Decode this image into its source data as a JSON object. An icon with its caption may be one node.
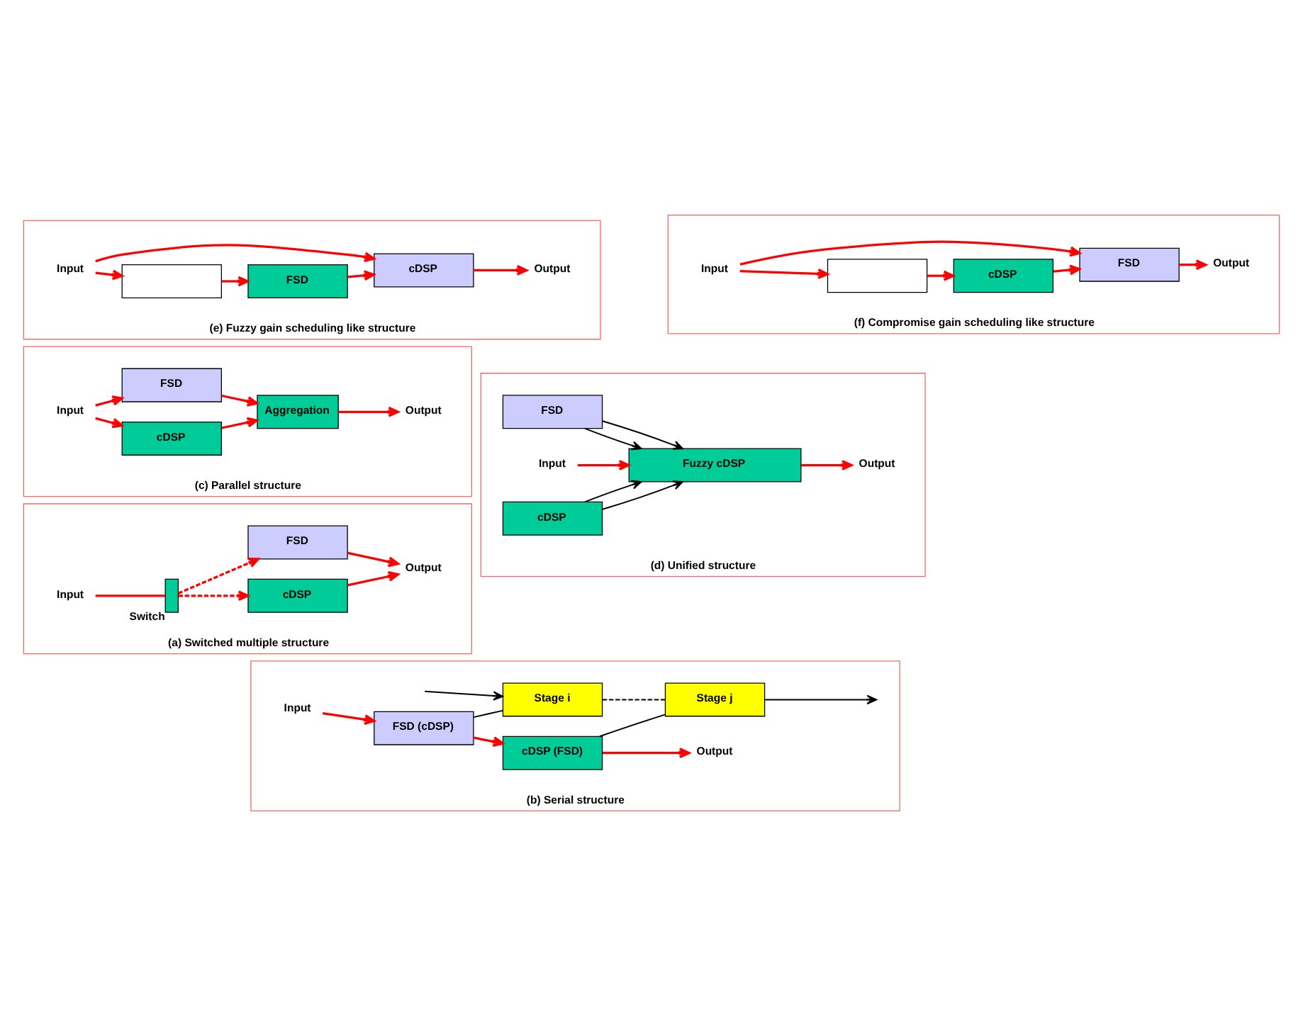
{
  "diagram": {
    "nodes": [
      {
        "text": [
          "(a) Switched multiple structure"
        ]
      },
      {
        "text": [
          "Input"
        ],
        "in": 0
      },
      {
        "text": [
          "cDSP"
        ],
        "in": 0
      },
      {
        "text": [
          "FSD"
        ],
        "in": 0
      },
      {
        "text": [
          "Output"
        ],
        "in": 0
      },
      {
        "text": [],
        "shape": "box",
        "beside": [
          "Switch"
        ],
        "in": 0
      },
      {
        "text": [
          "(b) Serial structure"
        ]
      },
      {
        "text": [
          "Input"
        ],
        "in": 6
      },
      {
        "text": [
          "FSD (cDSP)"
        ],
        "in": 6
      },
      {
        "text": [
          "cDSP (FSD)"
        ],
        "in": 6
      },
      {
        "text": [
          "Output"
        ],
        "in": 6
      },
      {
        "text": [
          "Stage i"
        ],
        "in": 6
      },
      {
        "text": [
          "Stage j"
        ],
        "in": 6
      },
      {
        "text": [
          "(c) Parallel structure"
        ]
      },
      {
        "text": [
          "Input"
        ],
        "in": 13
      },
      {
        "text": [
          "cDSP"
        ],
        "in": 13
      },
      {
        "text": [
          "FSD"
        ],
        "in": 13
      },
      {
        "text": [
          "Aggregation"
        ],
        "in": 13
      },
      {
        "text": [
          "Output"
        ],
        "in": 13
      },
      {
        "text": [
          "(d) Unified structure"
        ]
      },
      {
        "text": [
          "FSD"
        ],
        "in": 19
      },
      {
        "text": [
          "Input"
        ],
        "in": 19
      },
      {
        "text": [
          "Fuzzy cDSP"
        ],
        "in": 19
      },
      {
        "text": [
          "Output"
        ],
        "in": 19
      },
      {
        "text": [
          "cDSP"
        ],
        "in": 19
      },
      {
        "text": [
          "(e) Fuzzy gain scheduling like structure"
        ]
      },
      {
        "text": [
          "Input"
        ],
        "in": 25
      },
      {
        "text": [],
        "shape": "box",
        "in": 25
      },
      {
        "text": [
          "FSD"
        ],
        "in": 25
      },
      {
        "text": [
          "cDSP"
        ],
        "in": 25
      },
      {
        "text": [
          "Output"
        ],
        "in": 25
      },
      {
        "text": [
          "(f) Compromise gain scheduling like structure"
        ]
      },
      {
        "text": [
          "Input"
        ],
        "in": 31
      },
      {
        "text": [],
        "shape": "box",
        "in": 31
      },
      {
        "text": [
          "cDSP"
        ],
        "in": 31
      },
      {
        "text": [
          "FSD"
        ],
        "in": 31
      },
      {
        "text": [
          "Output"
        ],
        "in": 31
      }
    ],
    "edges": [
      {
        "from": 1,
        "to": 5,
        "arrow": "none"
      },
      {
        "from": 5,
        "to": 2,
        "arrow": "to",
        "style": "dashed"
      },
      {
        "from": 5,
        "to": 3,
        "arrow": "to",
        "style": "dashed"
      },
      {
        "from": 2,
        "to": 4,
        "arrow": "to"
      },
      {
        "from": 3,
        "to": 4,
        "arrow": "to"
      },
      {
        "from": 7,
        "to": 8,
        "arrow": "to"
      },
      {
        "from": 8,
        "to": 9,
        "arrow": "to"
      },
      {
        "from": 9,
        "to": 10,
        "arrow": "to"
      },
      {
        "from": 8,
        "to": 11,
        "arrow": "none",
        "color": "#000000"
      },
      {
        "from": 9,
        "to": 12,
        "arrow": "none",
        "color": "#000000"
      },
      {
        "from": null,
        "to": 11,
        "arrow": "to",
        "color": "#000000"
      },
      {
        "from": 11,
        "to": 12,
        "arrow": "none",
        "style": "dashed",
        "color": "#000000"
      },
      {
        "from": 12,
        "to": null,
        "arrow": "to",
        "color": "#000000"
      },
      {
        "from": 14,
        "to": 15,
        "arrow": "to"
      },
      {
        "from": 14,
        "to": 16,
        "arrow": "to"
      },
      {
        "from": 15,
        "to": 17,
        "arrow": "to"
      },
      {
        "from": 16,
        "to": 17,
        "arrow": "to"
      },
      {
        "from": 17,
        "to": 18,
        "arrow": "to"
      },
      {
        "from": 21,
        "to": 22,
        "arrow": "to"
      },
      {
        "from": 22,
        "to": 23,
        "arrow": "to"
      },
      {
        "from": 20,
        "to": 22,
        "arrow": "to",
        "color": "#000000"
      },
      {
        "from": 20,
        "to": 22,
        "arrow": "to",
        "color": "#000000"
      },
      {
        "from": 24,
        "to": 22,
        "arrow": "to",
        "color": "#000000"
      },
      {
        "from": 24,
        "to": 22,
        "arrow": "to",
        "color": "#000000"
      },
      {
        "from": 26,
        "to": 27,
        "arrow": "to"
      },
      {
        "from": 26,
        "to": 29,
        "arrow": "to"
      },
      {
        "from": 27,
        "to": 28,
        "arrow": "to"
      },
      {
        "from": 28,
        "to": 29,
        "arrow": "to"
      },
      {
        "from": 29,
        "to": 30,
        "arrow": "to"
      },
      {
        "from": 32,
        "to": 33,
        "arrow": "to"
      },
      {
        "from": 32,
        "to": 35,
        "arrow": "to"
      },
      {
        "from": 33,
        "to": 34,
        "arrow": "to"
      },
      {
        "from": 34,
        "to": 35,
        "arrow": "to"
      },
      {
        "from": 35,
        "to": 36,
        "arrow": "to"
      }
    ]
  }
}
